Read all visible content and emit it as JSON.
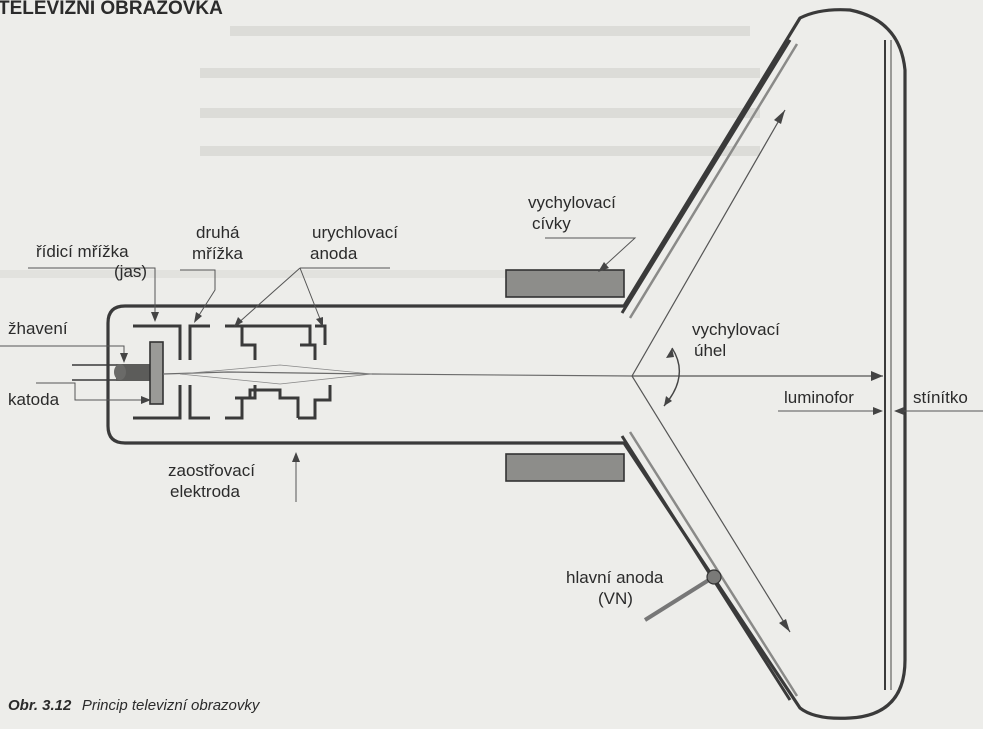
{
  "heading": "TELEVIZNÍ OBRAZOVKA",
  "labels": {
    "ridici_mrizka_1": "řídicí mřížka",
    "ridici_mrizka_2": "(jas)",
    "druha_mrizka_1": "druhá",
    "druha_mrizka_2": "mřížka",
    "urychlovaci_anoda_1": "urychlovací",
    "urychlovaci_anoda_2": "anoda",
    "vychylovaci_civky_1": "vychylovací",
    "vychylovaci_civky_2": "cívky",
    "zhaveni": "žhavení",
    "katoda": "katoda",
    "vychylovaci_uhel_1": "vychylovací",
    "vychylovaci_uhel_2": "úhel",
    "luminofor": "luminofor",
    "stinitko": "stínítko",
    "zaostrovaci_elektroda_1": "zaostřovací",
    "zaostrovaci_elektroda_2": "elektroda",
    "hlavni_anoda_1": "hlavní anoda",
    "hlavni_anoda_2": "(VN)"
  },
  "caption": {
    "number": "Obr. 3.12",
    "text": "Princip televizní obrazovky"
  },
  "colors": {
    "paper": "#ededea",
    "ink": "#2b2b2b",
    "coil_fill": "#8d8d8a",
    "screen_line": "#9a9a97"
  }
}
